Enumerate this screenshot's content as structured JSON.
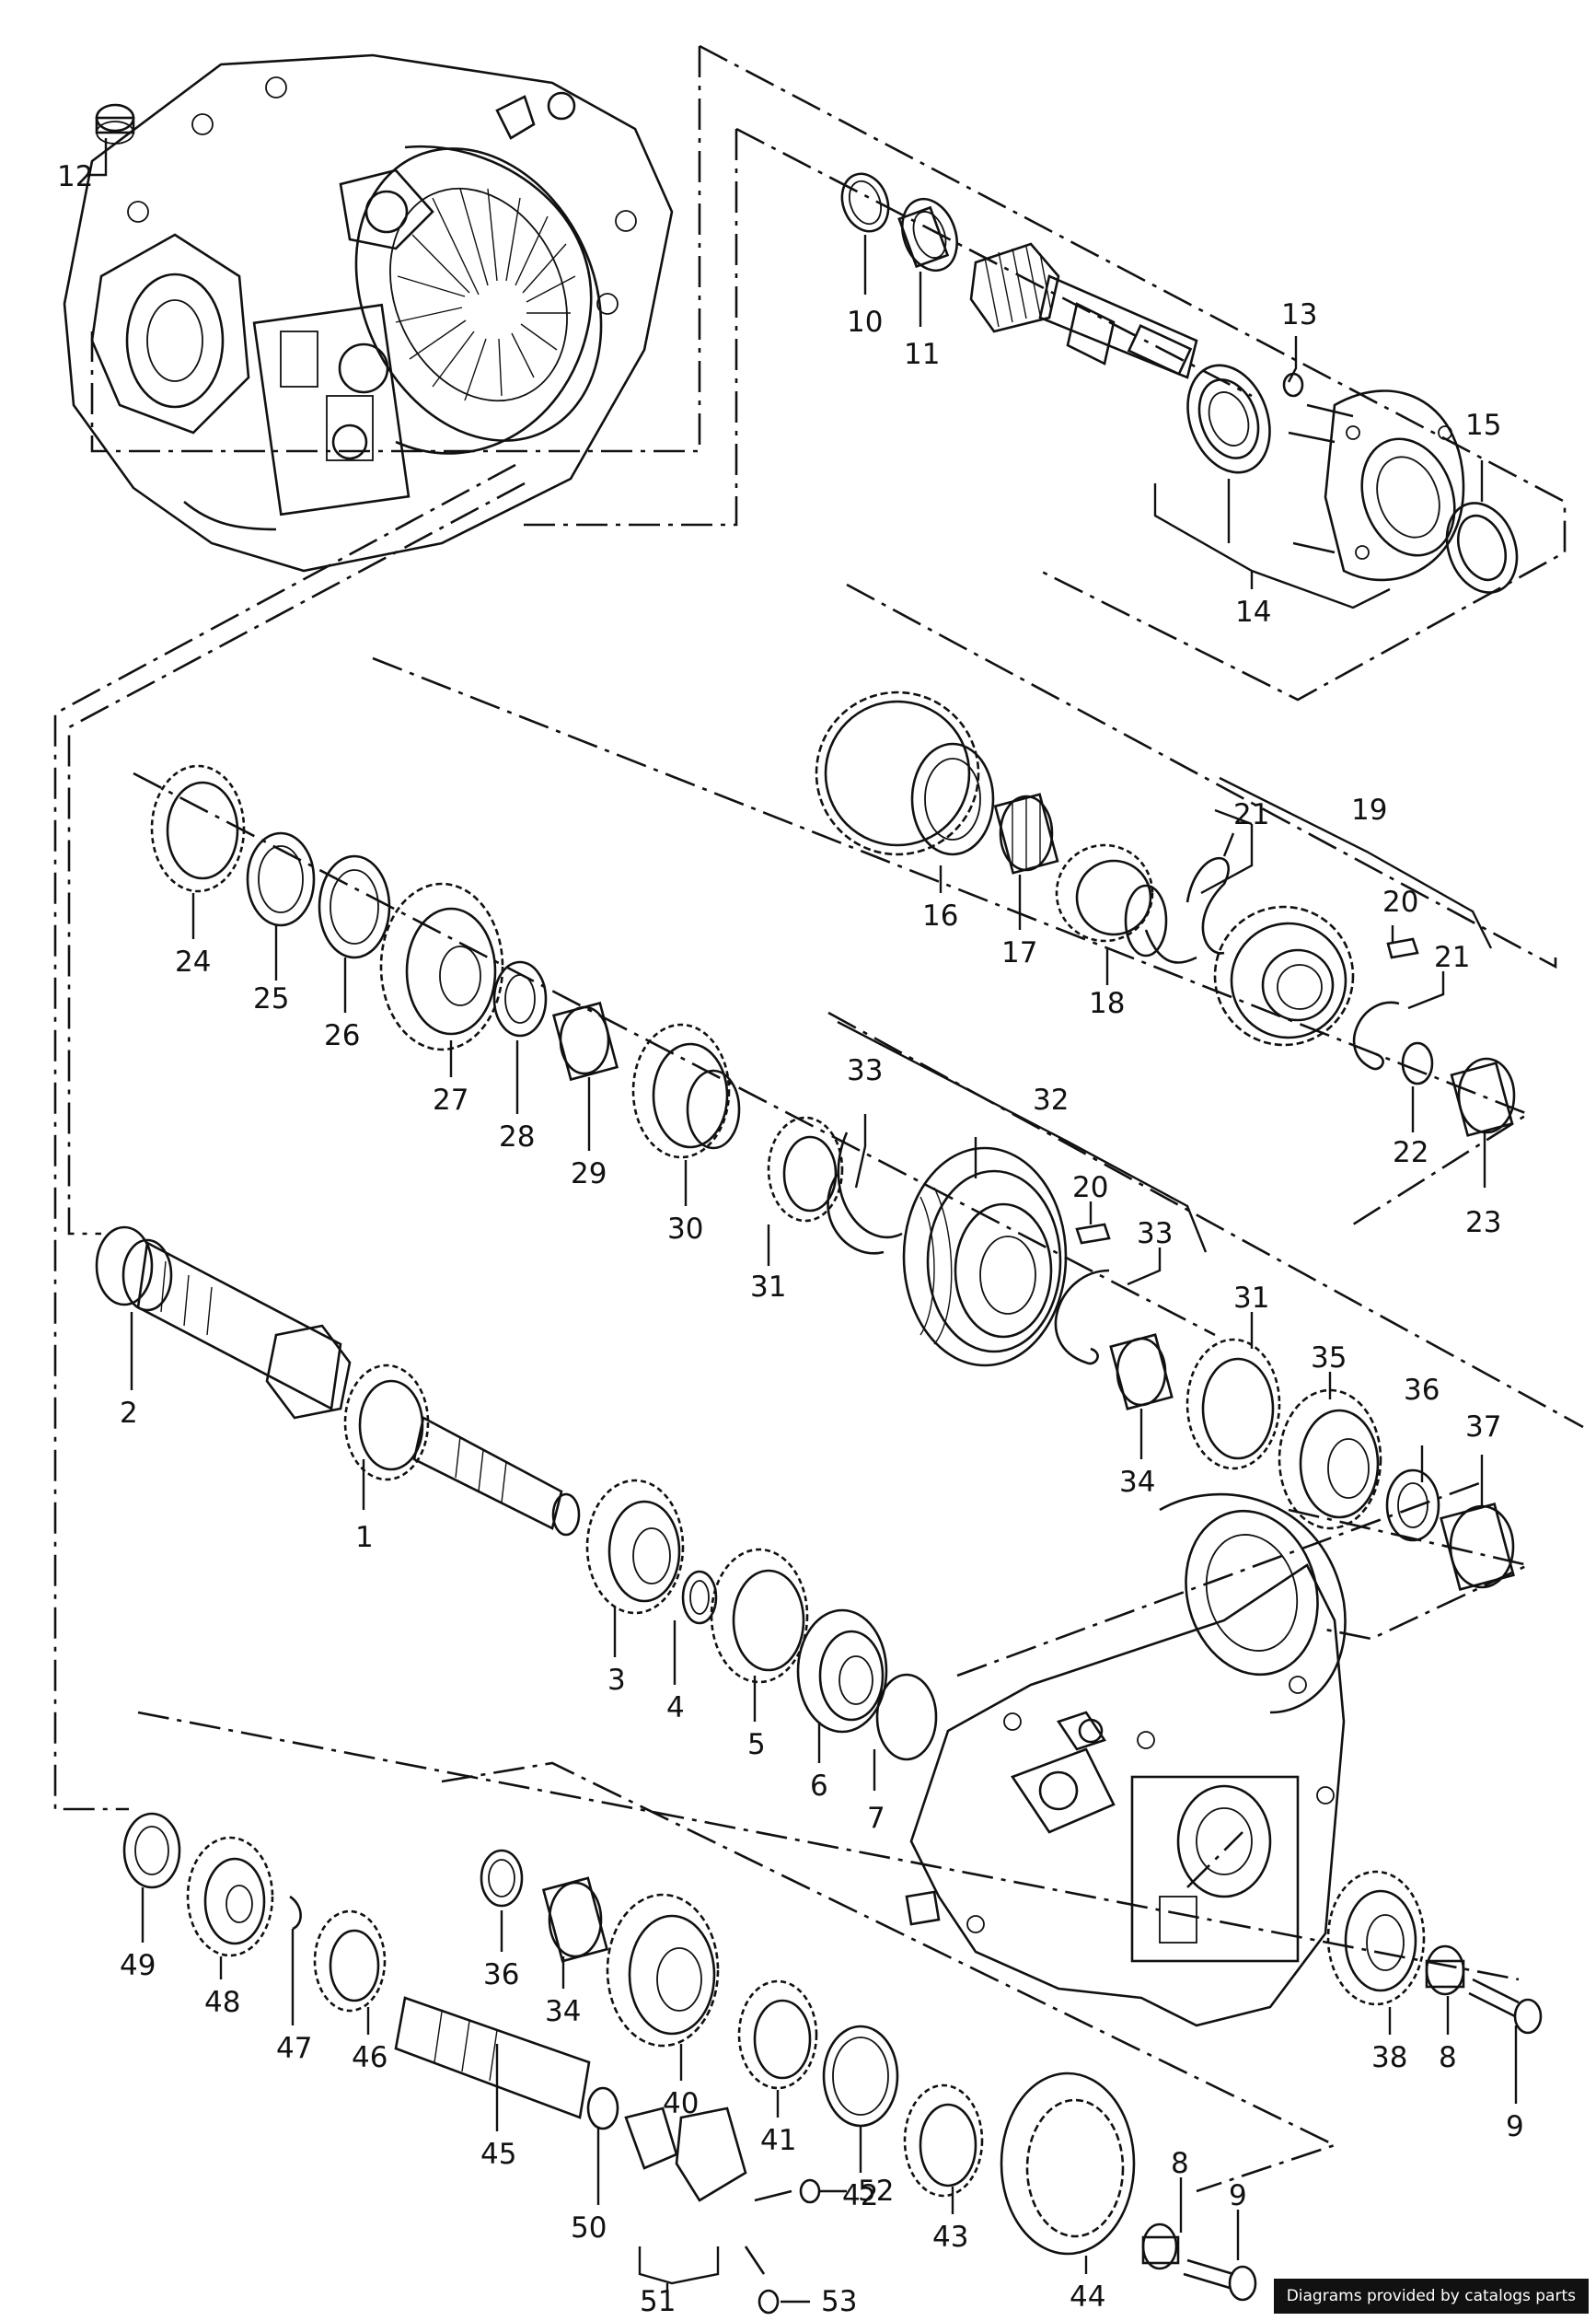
{
  "credit_text": "Diagrams provided by catalogs parts",
  "labels": {
    "p1": "1",
    "p2": "2",
    "p3": "3",
    "p4": "4",
    "p5": "5",
    "p6": "6",
    "p7": "7",
    "p8a": "8",
    "p8b": "8",
    "p9a": "9",
    "p9b": "9",
    "p10": "10",
    "p11": "11",
    "p12": "12",
    "p13": "13",
    "p14": "14",
    "p15": "15",
    "p16": "16",
    "p17": "17",
    "p18": "18",
    "p19": "19",
    "p20a": "20",
    "p20b": "20",
    "p21a": "21",
    "p21b": "21",
    "p22": "22",
    "p23": "23",
    "p24": "24",
    "p25": "25",
    "p26": "26",
    "p27": "27",
    "p28": "28",
    "p29": "29",
    "p30": "30",
    "p31a": "31",
    "p31b": "31",
    "p32": "32",
    "p33a": "33",
    "p33b": "33",
    "p34a": "34",
    "p34b": "34",
    "p35": "35",
    "p36a": "36",
    "p36b": "36",
    "p37": "37",
    "p38": "38",
    "p40": "40",
    "p41": "41",
    "p42": "42",
    "p43": "43",
    "p44": "44",
    "p45": "45",
    "p46": "46",
    "p47": "47",
    "p48": "48",
    "p49": "49",
    "p50": "50",
    "p51": "51",
    "p52": "52",
    "p53": "53"
  }
}
